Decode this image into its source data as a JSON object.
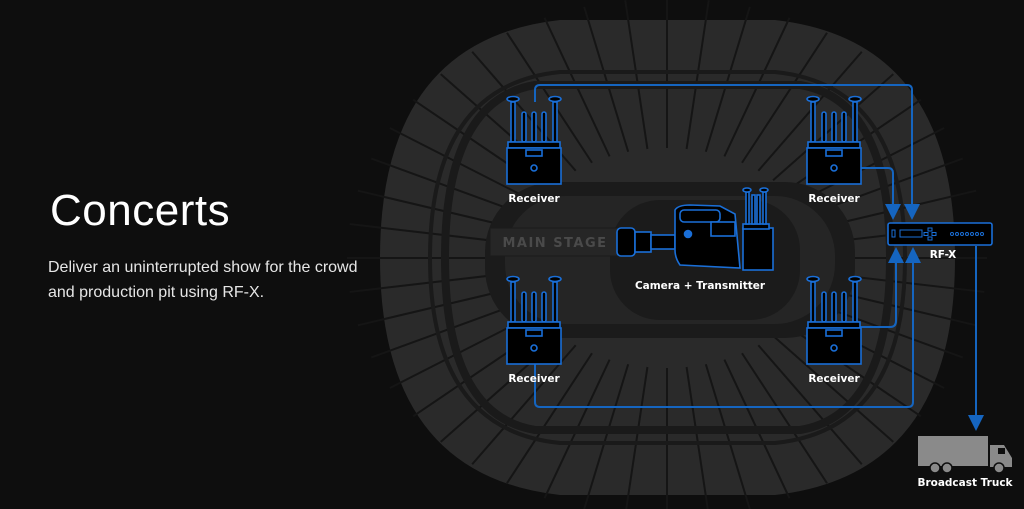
{
  "hero": {
    "title": "Concerts",
    "description": "Deliver an uninterrupted show for the crowd and production pit using RF-X."
  },
  "diagram": {
    "stage_label": "MAIN STAGE",
    "receivers": [
      {
        "label": "Receiver"
      },
      {
        "label": "Receiver"
      },
      {
        "label": "Receiver"
      },
      {
        "label": "Receiver"
      }
    ],
    "camera_label": "Camera + Transmitter",
    "hub_label": "RF-X",
    "truck_label": "Broadcast Truck",
    "colors": {
      "accent": "#1a6fd8",
      "line": "#1565c0",
      "seats": "#2a2a2a",
      "truck": "#8a8a8a"
    }
  }
}
